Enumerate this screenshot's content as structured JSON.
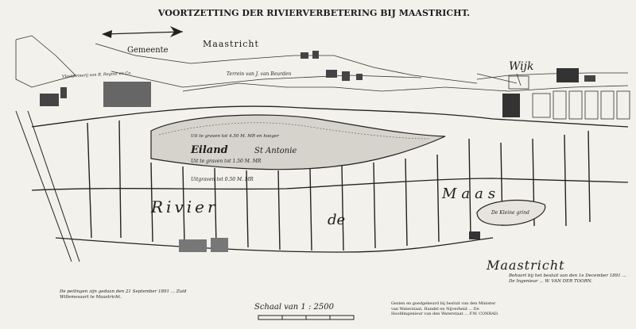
{
  "map": {
    "title": "VOORTZETTING DER RIVIERVERBETERING BIJ MAASTRICHT.",
    "labels": {
      "gemeente": "Gemeente",
      "maastricht_top": "Maastricht",
      "wijk": "Wijk",
      "terrein": "Terrein van J. van Beurden",
      "vlasspinnerij": "Vlasspinnerij van B. Regout en Co.",
      "eiland": "Eiland",
      "st_antonie": "St Antonie",
      "rivier": "Rivier",
      "de": "de",
      "maas": "Maas",
      "maastricht_bottom": "Maastricht",
      "kleine_grind": "De Kleine grind",
      "te_graven_1": "Uit te graven tot 4.50 M. MR en hooger",
      "te_graven_2": "Uit te graven tot 1.50 M. MR",
      "uitgraven_3": "Uitgraven tot 0.50 M. MR",
      "scale_text": "Schaal van 1 : 2500",
      "notes_left": "De peilingen zijn gedaan den 21 September 1891 ... Zuid Willemsvaart te Maastricht.",
      "notes_middle": "Gezien en goedgekeurd bij besluit van den Minister van Waterstaat, Handel en Nijverheid ... De Hoofdingenieur van den Waterstaat ... F.W. CONRAD.",
      "notes_right": "Behoort bij het besluit van den 1e December 1891 ... De Ingenieur ... W. VAN DER TOORN."
    }
  }
}
